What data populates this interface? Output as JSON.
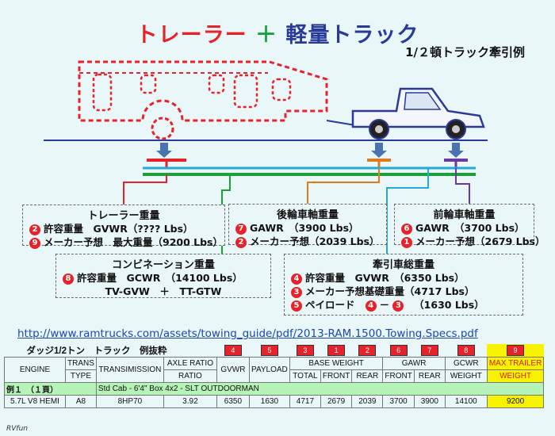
{
  "header": {
    "title_a": "トレーラー",
    "title_plus": "＋",
    "title_b": "軽量トラック",
    "subtitle": "1/２頓トラック牽引例"
  },
  "trailer_box": {
    "head": "トレーラー重量",
    "row1_num": "2",
    "row1": "許容重量　GVWR（???? Lbs）",
    "row2_num": "9",
    "row2": "メーカー予想　最大重量（9200 Lbs）"
  },
  "rear_box": {
    "head": "後輪車軸重量",
    "row1_num": "7",
    "row1": "GAWR　（3900 Lbs）",
    "row2_num": "2",
    "row2": "メーカー予想（2039 Lbs）"
  },
  "front_box": {
    "head": "前輪車軸重量",
    "row1_num": "6",
    "row1": "GAWR　（3700 Lbs）",
    "row2_num": "1",
    "row2": "メーカー予想（2679 Lbs）"
  },
  "combo_box": {
    "head": "コンビネーション重量",
    "row1_num": "8",
    "row1": "許容重量　GCWR　（14100 Lbs）",
    "row2": "TV-GVW　＋　TT-GTW"
  },
  "tow_box": {
    "head": "牽引車総重量",
    "row1_num": "4",
    "row1": "許容重量　GVWR　（6350 Lbs）",
    "row2_num": "3",
    "row2": "メーカー予想基礎重量（4717 Lbs）",
    "row3_num": "5",
    "row3": "ペイロード",
    "row3_n4": "4",
    "row3_minus": "－",
    "row3_n3": "3",
    "row3_val": "（1630 Lbs）"
  },
  "link": "http://www.ramtrucks.com/assets/towing_guide/pdf/2013-RAM.1500.Towing.Specs.pdf",
  "table": {
    "caption": "ダッジ1/2トン　トラック　例抜粋",
    "badges": [
      "4",
      "5",
      "3",
      "1",
      "2",
      "6",
      "7",
      "8",
      "9"
    ],
    "h_engine": "ENGINE",
    "h_trans": "TRANS",
    "h_trans2": "TYPE",
    "h_transmission": "TRANSIMISSION",
    "h_axle": "AXLE RATIO",
    "h_axle2": "RATIO",
    "h_gvwr": "GVWR",
    "h_payload": "PAYLOAD",
    "h_base": "BASE WEIGHT",
    "h_total": "TOTAL",
    "h_front": "FRONT",
    "h_rear": "REAR",
    "h_gawr": "GAWR",
    "h_gfront": "FRONT",
    "h_grear": "REAR",
    "h_gcwr": "GCWR",
    "h_gcwr2": "WEIGHT",
    "h_max": "MAX TRAILER",
    "h_max2": "WEIGHT",
    "example_label": "例１　（１頁）",
    "example_desc": "Std Cab - 6'4\" Box 4x2 - SLT OUTDOORMAN",
    "row": [
      "5.7L V8 HEMI",
      "A8",
      "8HP70",
      "3.92",
      "6350",
      "1630",
      "4717",
      "2679",
      "2039",
      "3700",
      "3900",
      "14100",
      "9200"
    ]
  },
  "signature": "RVfun",
  "colors": {
    "red": "#e8222a",
    "green": "#1aa13a",
    "blue": "#2a3a9a",
    "orange": "#e07a1a",
    "cyan": "#22aadd",
    "purple": "#6a3aa0"
  }
}
